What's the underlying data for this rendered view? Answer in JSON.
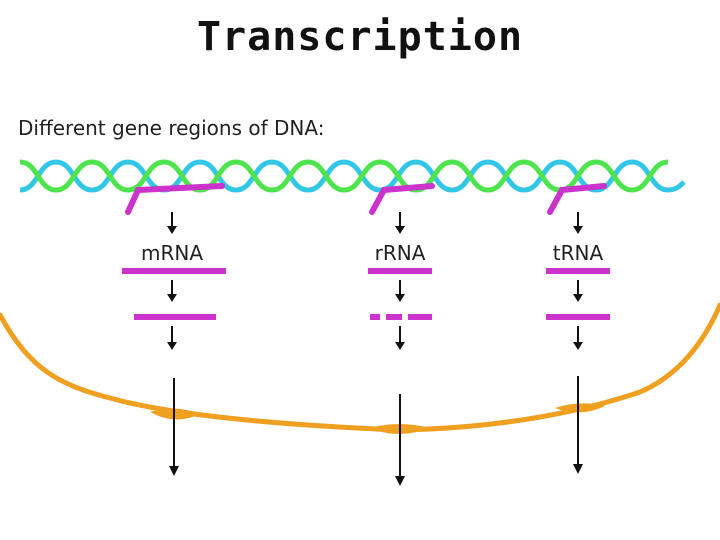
{
  "title": "Transcription",
  "subtitle": "Different gene regions of DNA:",
  "genes": [
    {
      "label": "mRNA"
    },
    {
      "label": "rRNA"
    },
    {
      "label": "tRNA"
    }
  ],
  "colors": {
    "dna_strand_a": "#33c7e6",
    "dna_strand_b": "#4ee44e",
    "rna": "#cc33cc",
    "nuclear_envelope": "#f0a020",
    "arrow": "#111111"
  }
}
